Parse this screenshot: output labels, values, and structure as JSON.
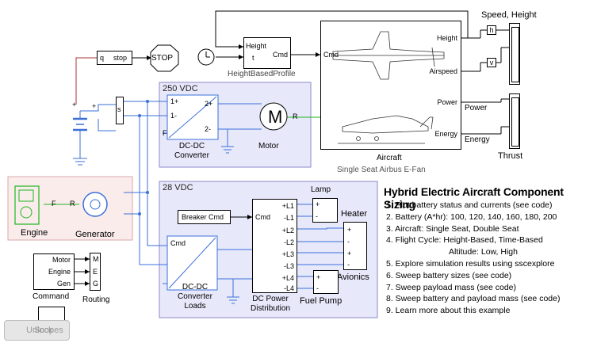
{
  "blocks": {
    "stop_label": "STOP",
    "stop_port": "q",
    "stop_port2": "stop",
    "height_profile": {
      "name": "HeightBasedProfile",
      "in_height": "Height",
      "in_t": "t",
      "out_cmd": "Cmd"
    },
    "aircraft": {
      "name": "Aircraft",
      "in_cmd": "Cmd",
      "out_height": "Height",
      "out_airspeed": "Airspeed",
      "out_power": "Power",
      "out_energy": "Energy",
      "subtitle": "Single Seat Airbus E-Fan"
    },
    "scope_speed": {
      "name": "Speed, Height",
      "tag_h": "h",
      "tag_v": "v"
    },
    "scope_thrust": {
      "name": "Thrust",
      "sig_power": "Power",
      "sig_energy": "Energy"
    },
    "switch_s": "s",
    "vdc250": {
      "panel_title": "250 VDC",
      "dcdc_name": "DC-DC\nConverter",
      "motor_name": "Motor",
      "port_1p": "1+",
      "port_1m": "1-",
      "port_2p": "2+",
      "port_2m": "2-",
      "port_f": "F",
      "motor_r": "R"
    },
    "engine_panel": {
      "engine": "Engine",
      "generator": "Generator",
      "port_f": "F",
      "port_r": "R"
    },
    "vdc28": {
      "panel_title": "28 VDC",
      "dcdc_name": "DC-DC\nConverter\nLoads",
      "breaker": "Breaker Cmd",
      "power_dist": "DC Power\nDistribution",
      "cmd": "Cmd",
      "ports": [
        "+L1",
        "-L1",
        "+L2",
        "-L2",
        "+L3",
        "-L3",
        "+L4",
        "-L4"
      ],
      "lamp": "Lamp",
      "heater": "Heater",
      "avionics": "Avionics",
      "fuel_pump": "Fuel Pump"
    },
    "command": {
      "name": "Command",
      "motor": "Motor",
      "engine": "Engine",
      "gen": "Gen"
    },
    "routing": {
      "name": "Routing",
      "m": "M",
      "e": "E",
      "g": "G"
    },
    "scopes": "Scopes"
  },
  "description": {
    "title": "Hybrid Electric Aircraft Component Sizing",
    "items": [
      "1. Plot battery status and currents (see code)",
      "2. Battery (A*hr): 100, 120, 140, 160, 180, 200",
      "3. Aircraft: Single Seat, Double Seat",
      "4. Flight Cycle: Height-Based, Time-Based",
      "Altitude: Low, High",
      "5. Explore simulation results using sscexplore",
      "6. Sweep battery sizes (see code)",
      "7. Sweep payload mass (see code)",
      "8. Sweep battery and payload mass (see code)",
      "9. Learn more about this example"
    ]
  },
  "unlock_button": "Unlock",
  "colors": {
    "elec": "#3a6fd8",
    "panel_bg": "#e8e8fb",
    "engine_bg": "#fbecec",
    "green": "#1fb51f",
    "red_signal": "#a33"
  }
}
